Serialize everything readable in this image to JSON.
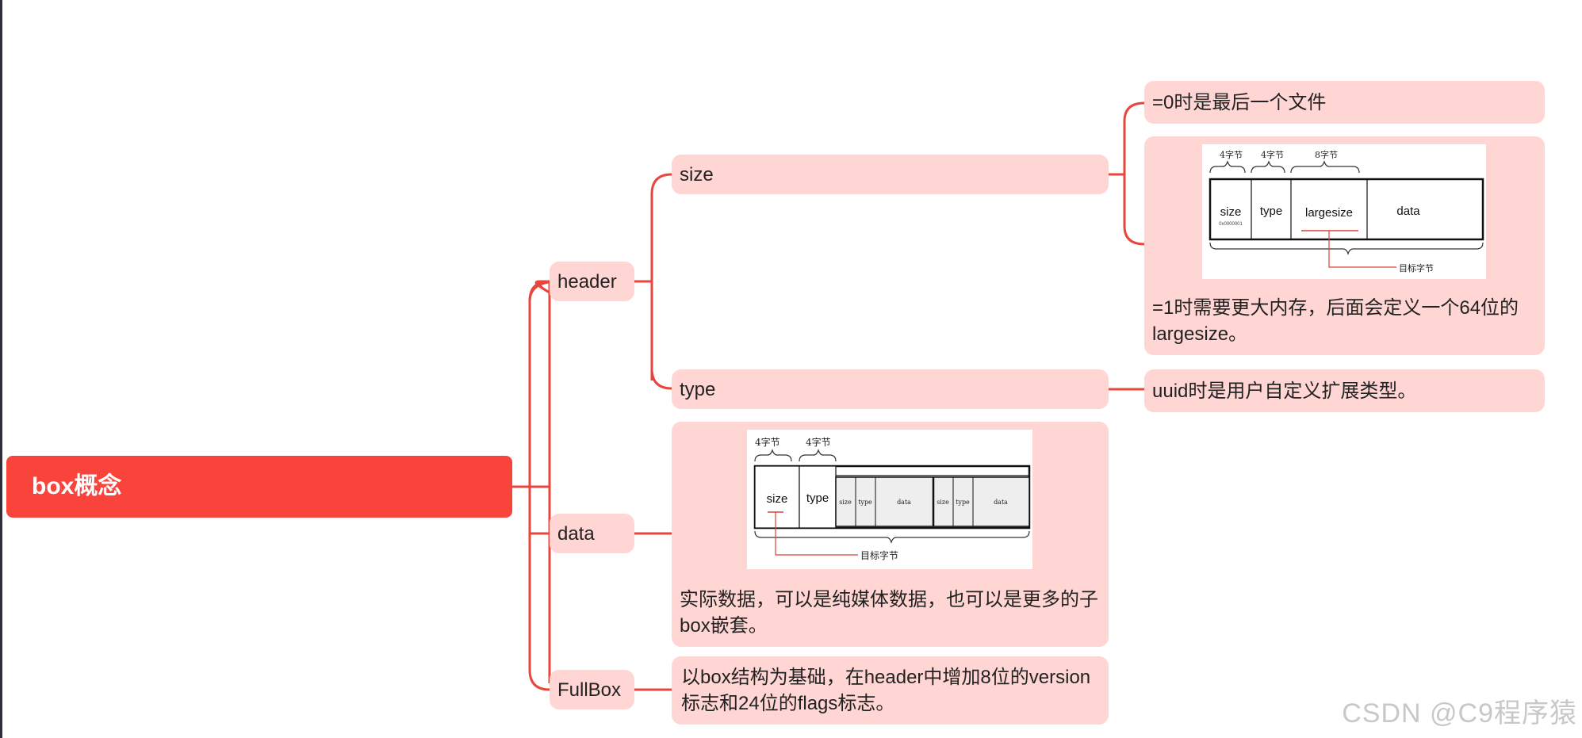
{
  "root": {
    "label": "box概念"
  },
  "nodes": {
    "header": "header",
    "size": "size",
    "type": "type",
    "data": "data",
    "fullbox": "FullBox"
  },
  "notes": {
    "size_zero": "=0时是最后一个文件",
    "size_one": "=1时需要更大内存，后面会定义一个64位的largesize。",
    "type_uuid": "uuid时是用户自定义扩展类型。",
    "data_desc": "实际数据，可以是纯媒体数据，也可以是更多的子box嵌套。",
    "fullbox_desc": "以box结构为基础，在header中增加8位的version标志和24位的flags标志。"
  },
  "diagram_largesize": {
    "bytes_labels": [
      "4字节",
      "4字节",
      "8字节"
    ],
    "cells": [
      "size",
      "type",
      "largesize",
      "data"
    ],
    "size_sub": "0x0000001",
    "target_label": "目标字节"
  },
  "diagram_nested": {
    "bytes_labels": [
      "4字节",
      "4字节"
    ],
    "cells": [
      "size",
      "type"
    ],
    "inner_cells": [
      "size",
      "type",
      "data",
      "size",
      "type",
      "data"
    ],
    "target_label": "目标字节"
  },
  "colors": {
    "root": "#f8443a",
    "node": "#ffd6d4",
    "connector": "#e8453c"
  },
  "watermark": "CSDN @C9程序猿"
}
